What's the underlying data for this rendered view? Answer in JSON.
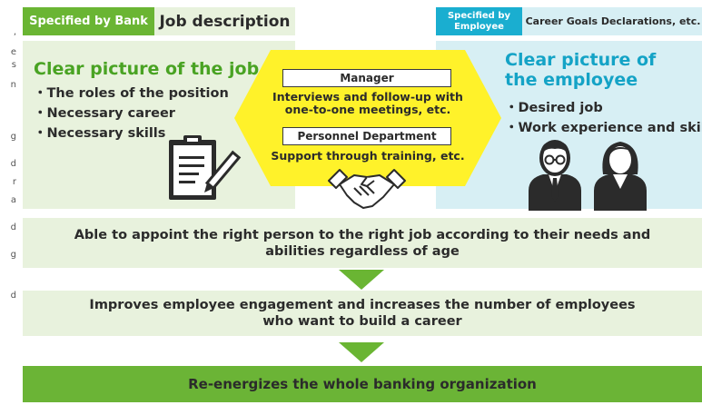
{
  "bank": {
    "tag": "Specified by Bank",
    "title": "Job description",
    "heading": "Clear picture of the job",
    "items": [
      "・The roles of the position",
      "・Necessary career",
      "・Necessary skills"
    ]
  },
  "employee": {
    "tag": "Specified by\nEmployee",
    "title": "Career Goals Declarations, etc.",
    "heading": "Clear picture of\nthe employee",
    "items": [
      "・Desired job",
      "・Work experience and skills"
    ]
  },
  "center": {
    "manager_label": "Manager",
    "manager_text": "Interviews and follow-up with\none-to-one meetings, etc.",
    "personnel_label": "Personnel Department",
    "personnel_text": "Support through training, etc."
  },
  "outcomes": [
    "Able to appoint the right person to the right job according to their needs and\nabilities regardless of age",
    "Improves employee engagement and increases the number of employees\nwho want to build a career",
    "Re-energizes the whole banking organization"
  ],
  "margin_fragments": [
    ",",
    "e",
    "s",
    "n",
    "g",
    "d",
    "r",
    "a",
    "d",
    "g",
    "d"
  ],
  "colors": {
    "bank_green": "#6ab533",
    "bank_light": "#e8f2dd",
    "employee_blue": "#1aaed0",
    "employee_light": "#d7eff4",
    "hexagon_yellow": "#fff22a",
    "final_bar": "#6bb436"
  },
  "icons": [
    "clipboard-icon",
    "handshake-icon",
    "business-man-icon",
    "business-woman-icon",
    "down-arrow-icon"
  ]
}
